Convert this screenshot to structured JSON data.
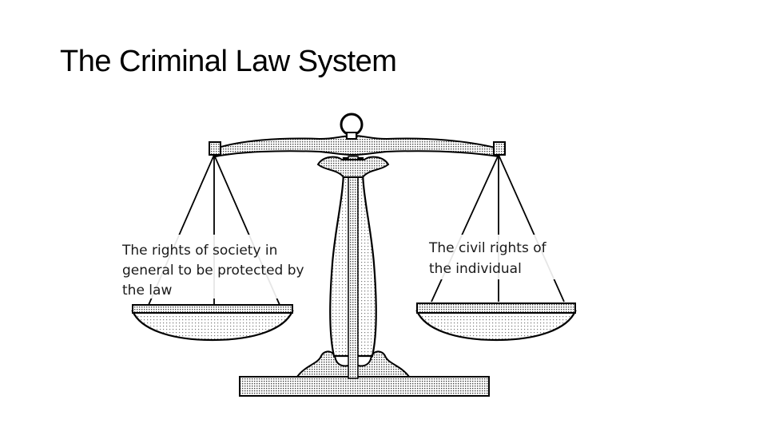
{
  "slide": {
    "title": "The Criminal Law System"
  },
  "figure": {
    "left_pan_label_lines": [
      "The rights of society in",
      "general to be protected by",
      "the law"
    ],
    "right_pan_label_lines": [
      "The civil rights of",
      "the individual"
    ]
  }
}
